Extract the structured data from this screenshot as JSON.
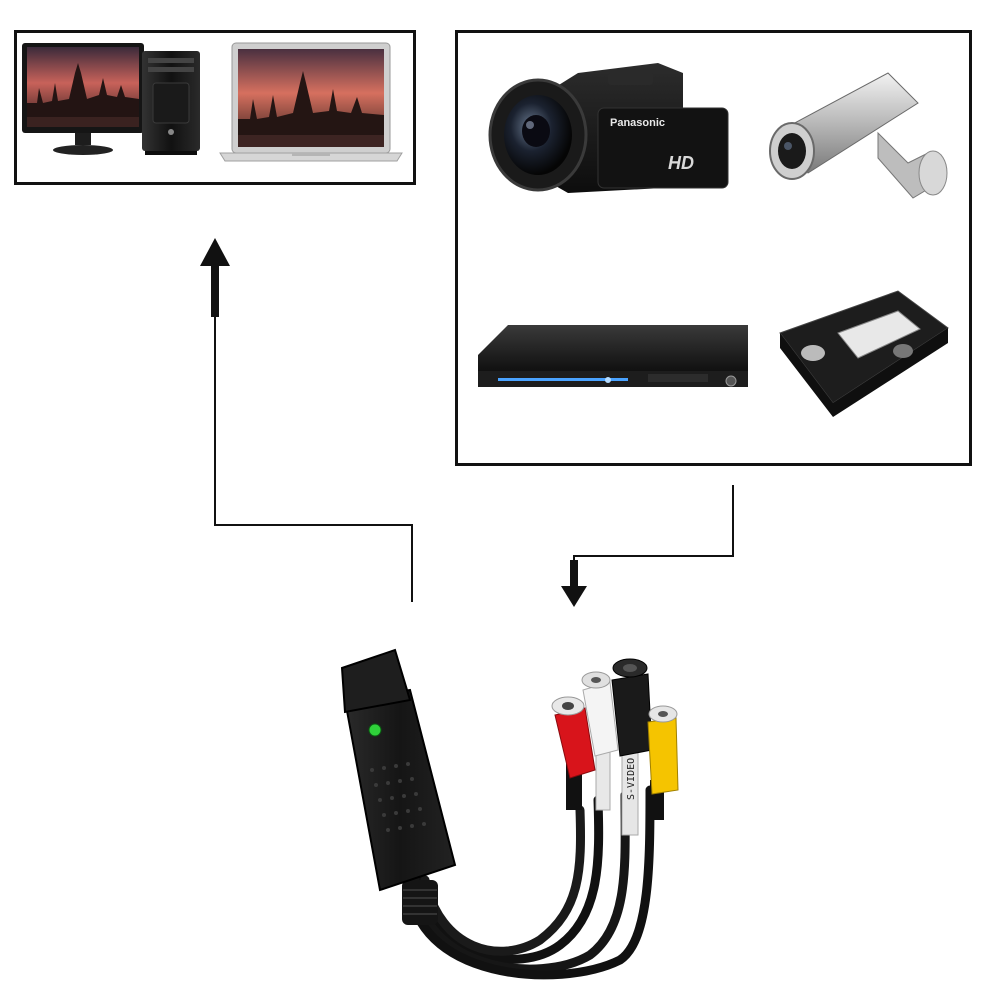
{
  "diagram": {
    "computers_panel": {
      "items": [
        {
          "icon": "desktop-computer-icon"
        },
        {
          "icon": "laptop-icon"
        }
      ]
    },
    "sources_panel": {
      "items": [
        {
          "icon": "camcorder-icon",
          "brand_label": "Panasonic",
          "badge_label": "HD"
        },
        {
          "icon": "security-camera-icon"
        },
        {
          "icon": "dvd-player-icon"
        },
        {
          "icon": "vhs-cassette-icon"
        }
      ]
    },
    "device": {
      "icon": "usb-video-capture-adapter-icon",
      "cable_label": "S-VIDEO",
      "connector_colors": {
        "audio_left": "#f2f2f2",
        "audio_right": "#d8141b",
        "s_video": "#1a1a1a",
        "video": "#f5c400"
      }
    },
    "arrows": [
      {
        "name": "arrow-to-computers",
        "direction": "up"
      },
      {
        "name": "arrow-from-sources",
        "direction": "down"
      }
    ],
    "colors": {
      "line": "#111111",
      "device_body": "#1c1c1c",
      "led": "#2fd13a"
    }
  }
}
